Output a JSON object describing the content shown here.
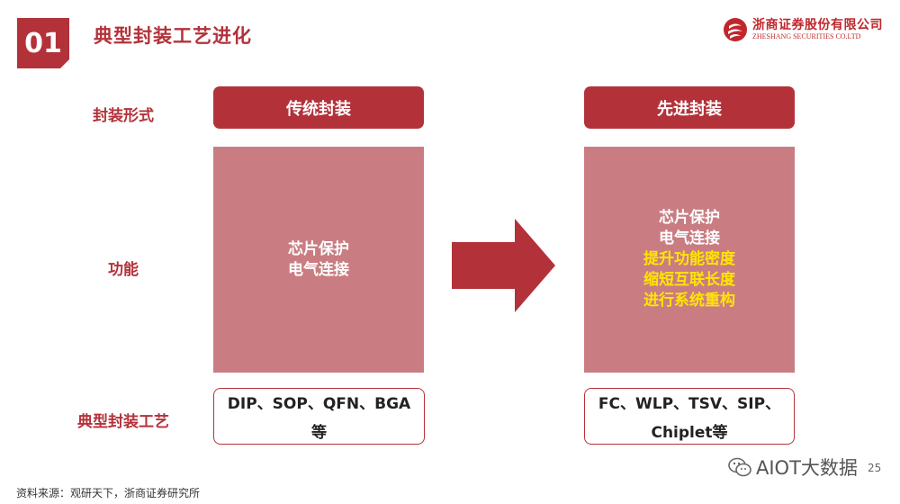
{
  "section": {
    "number": "01"
  },
  "title": "典型封装工艺进化",
  "logo": {
    "name": "浙商证券股份有限公司",
    "subtitle": "ZHESHANG SECURITIES CO.LTD"
  },
  "row_labels": {
    "form": "封装形式",
    "function": "功能",
    "process": "典型封装工艺"
  },
  "traditional": {
    "header": "传统封装",
    "functions": [
      {
        "text": "芯片保护",
        "highlight": false
      },
      {
        "text": "电气连接",
        "highlight": false
      }
    ],
    "process": [
      "DIP、SOP、QFN、BGA",
      "等"
    ]
  },
  "advanced": {
    "header": "先进封装",
    "functions": [
      {
        "text": "芯片保护",
        "highlight": false
      },
      {
        "text": "电气连接",
        "highlight": false
      },
      {
        "text": "提升功能密度",
        "highlight": true
      },
      {
        "text": "缩短互联长度",
        "highlight": true
      },
      {
        "text": "进行系统重构",
        "highlight": true
      }
    ],
    "process": [
      "FC、WLP、TSV、SIP、",
      "Chiplet等"
    ]
  },
  "colors": {
    "accent": "#b3323a",
    "panel": "#c97d82",
    "highlight": "#ffe500"
  },
  "source": "资料来源：观研天下，浙商证券研究所",
  "watermark": "AIOT大数据",
  "page_number": "25"
}
